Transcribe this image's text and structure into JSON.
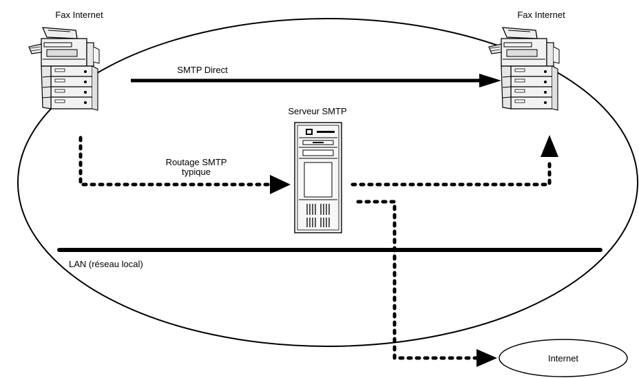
{
  "fax_left_label": "Fax Internet",
  "fax_right_label": "Fax Internet",
  "smtp_direct_label": "SMTP Direct",
  "server_label": "Serveur SMTP",
  "routing_label_line1": "Routage SMTP",
  "routing_label_line2": "typique",
  "lan_label": "LAN (réseau local)",
  "internet_label": "Internet",
  "colors": {
    "line": "#000000",
    "device_body": "#f2f2f2",
    "background": "#ffffff"
  },
  "icons": {
    "fax": "multifunction-printer-icon",
    "server": "server-tower-icon"
  }
}
